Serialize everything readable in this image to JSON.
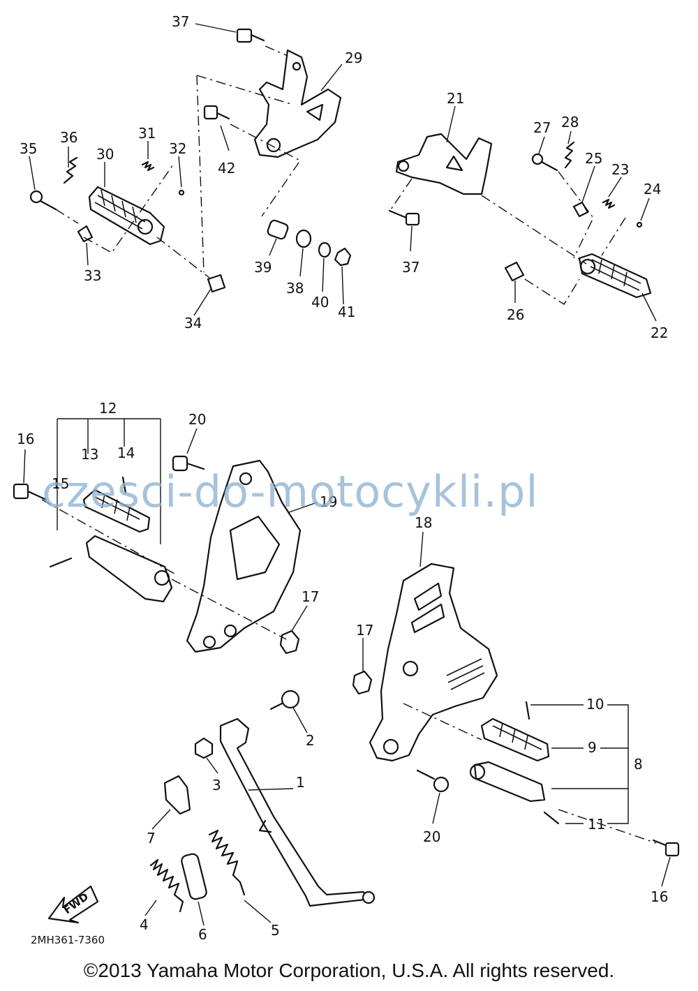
{
  "labels": {
    "l1": "1",
    "l2": "2",
    "l3": "3",
    "l4": "4",
    "l5a": "5",
    "l6": "6",
    "l7": "7",
    "l8": "8",
    "l9": "9",
    "l10": "10",
    "l11": "11",
    "l12": "12",
    "l13": "13",
    "l14": "14",
    "l15": "15",
    "l16a": "16",
    "l16b": "16",
    "l17a": "17",
    "l17b": "17",
    "l18": "18",
    "l19": "19",
    "l20a": "20",
    "l20b": "20",
    "l21": "21",
    "l22": "22",
    "l23": "23",
    "l24": "24",
    "l25": "25",
    "l26": "26",
    "l27": "27",
    "l28": "28",
    "l29": "29",
    "l30": "30",
    "l31": "31",
    "l32": "32",
    "l33": "33",
    "l34": "34",
    "l35": "35",
    "l36": "36",
    "l37a": "37",
    "l37b": "37",
    "l38": "38",
    "l39": "39",
    "l40": "40",
    "l41": "41",
    "l42": "42"
  },
  "diagram_code": "2MH361-7360",
  "fwd": "FWD",
  "watermark": "czesci-do-motocykli.pl",
  "copyright": "©2013 Yamaha Motor Corporation, U.S.A. All rights reserved."
}
